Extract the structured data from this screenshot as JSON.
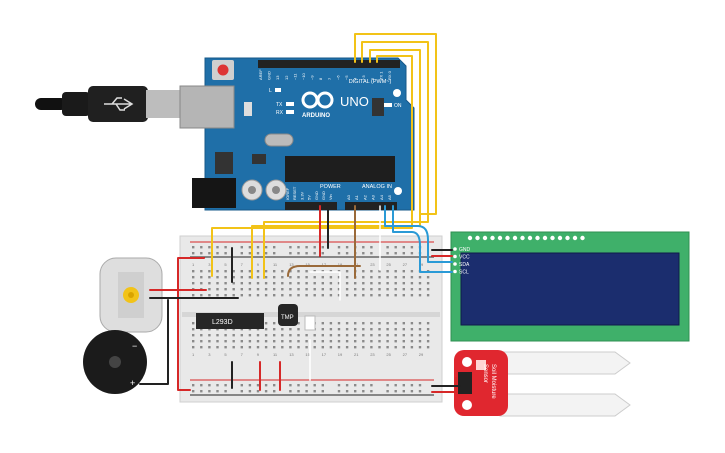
{
  "arduino": {
    "logo_text": "ARDUINO",
    "model": "UNO",
    "digital_header": "DIGITAL (PWM~)",
    "analog_header": "ANALOG IN",
    "power_header": "POWER",
    "tx_label": "TX",
    "rx_label": "RX",
    "l_label": "L",
    "on_label": "ON",
    "power_pins": [
      "IOREF",
      "RESET",
      "3.3V",
      "5V",
      "GND",
      "GND",
      "Vin"
    ],
    "analog_pins": [
      "A0",
      "A1",
      "A2",
      "A3",
      "A4",
      "A5"
    ],
    "digital_pins": [
      "AREF",
      "GND",
      "13",
      "12",
      "~11",
      "~10",
      "~9",
      "8",
      "7",
      "~6",
      "~5",
      "4",
      "~3",
      "2",
      "TX 1",
      "RX 0"
    ]
  },
  "breadboard": {
    "column_numbers": [
      "1",
      "3",
      "5",
      "7",
      "9",
      "11",
      "13",
      "15",
      "17",
      "19",
      "21",
      "23",
      "25",
      "27",
      "29"
    ]
  },
  "driver_chip": {
    "label": "L293D"
  },
  "temp_sensor": {
    "label": "TMP"
  },
  "buzzer": {
    "minus": "−",
    "plus": "+"
  },
  "lcd": {
    "pins": [
      "GND",
      "VCC",
      "SDA",
      "SCL"
    ]
  },
  "moisture": {
    "line1": "Soil Moisture",
    "line2": "Sensor"
  },
  "colors": {
    "arduino_blue": "#1f6fa8",
    "breadboard": "#e9e9e9",
    "lcd_green": "#3fb06a",
    "lcd_screen": "#1b2d6e",
    "sensor_red": "#e0272f",
    "wire_yellow": "#f2c318",
    "wire_blue": "#2a9ad6",
    "wire_red": "#d62828",
    "wire_black": "#222222",
    "wire_brown": "#9a6a3a"
  }
}
